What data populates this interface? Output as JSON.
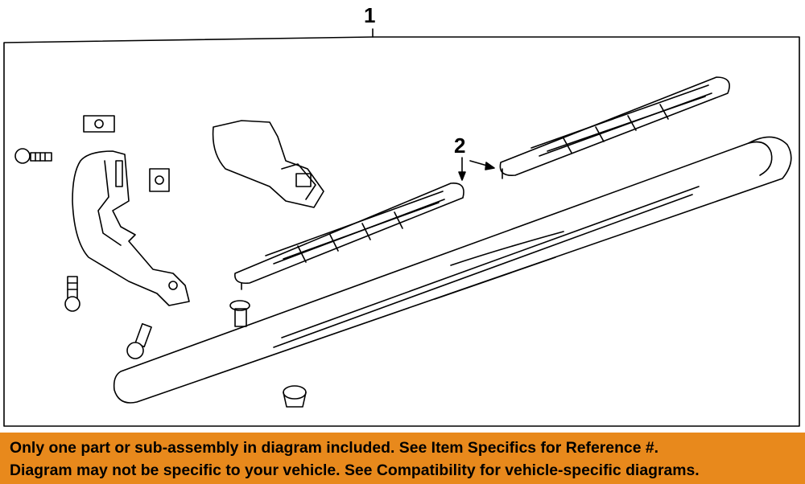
{
  "diagram": {
    "callouts": [
      "1",
      "2"
    ],
    "parts": [
      "running-board",
      "step-pad",
      "step-pad",
      "front-bracket",
      "rear-cover",
      "bolt",
      "bolt",
      "bolt",
      "clip-nut",
      "clip-nut",
      "push-clip",
      "plug"
    ]
  },
  "banner": {
    "line1": "Only one part or sub-assembly in diagram included. See Item Specifics for Reference #.",
    "line2": "Diagram may not be specific to your vehicle. See Compatibility for vehicle-specific diagrams.",
    "color": "#e8891c"
  }
}
